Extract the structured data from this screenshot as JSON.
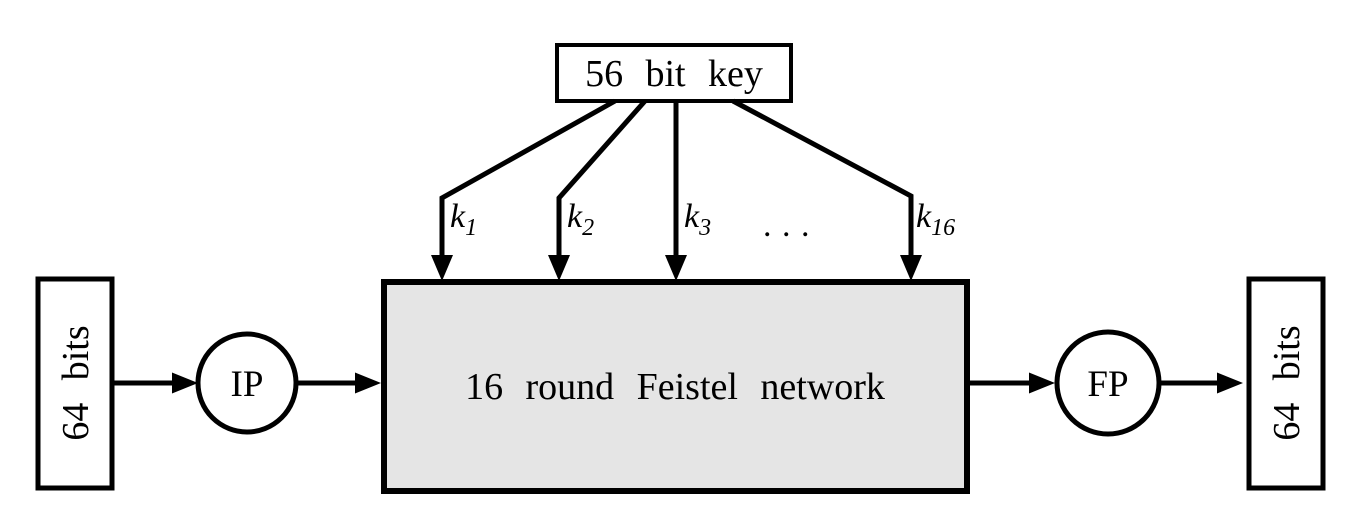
{
  "colors": {
    "ink": "#000000",
    "feistel_fill": "#e5e5e5",
    "node_fill": "#ffffff",
    "background": "#ffffff"
  },
  "key_box": {
    "label": "56 bit key"
  },
  "subkeys": {
    "k1": {
      "base": "k",
      "sub": "1"
    },
    "k2": {
      "base": "k",
      "sub": "2"
    },
    "k3": {
      "base": "k",
      "sub": "3"
    },
    "dots": "...",
    "k16": {
      "base": "k",
      "sub": "16"
    }
  },
  "feistel_box": {
    "label": "16 round Feistel network"
  },
  "input_box": {
    "label": "64 bits"
  },
  "output_box": {
    "label": "64 bits"
  },
  "ip_node": {
    "label": "IP"
  },
  "fp_node": {
    "label": "FP"
  }
}
